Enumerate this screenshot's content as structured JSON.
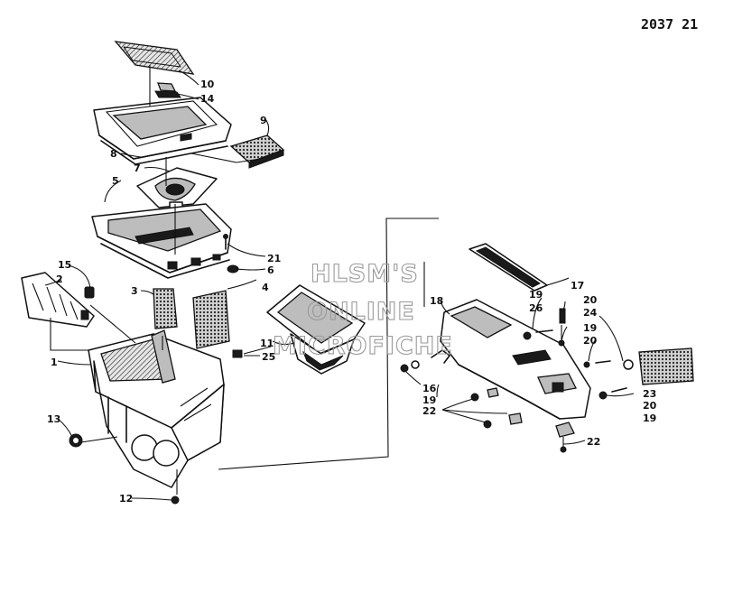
{
  "corner_code": "2037 21",
  "watermark": {
    "line1": "HLSM'S",
    "line2": "ONLINE",
    "line3": "MICROFICHE",
    "color": "#9a9a9a"
  },
  "callouts": [
    {
      "id": "c10",
      "text": "10"
    },
    {
      "id": "c14",
      "text": "14"
    },
    {
      "id": "c9",
      "text": "9"
    },
    {
      "id": "c8",
      "text": "8"
    },
    {
      "id": "c7",
      "text": "7"
    },
    {
      "id": "c5",
      "text": "5"
    },
    {
      "id": "c21",
      "text": "21"
    },
    {
      "id": "c6",
      "text": "6"
    },
    {
      "id": "c15",
      "text": "15"
    },
    {
      "id": "c2",
      "text": "2"
    },
    {
      "id": "c3",
      "text": "3"
    },
    {
      "id": "c4",
      "text": "4"
    },
    {
      "id": "c11",
      "text": "11"
    },
    {
      "id": "c25",
      "text": "25"
    },
    {
      "id": "c1",
      "text": "1"
    },
    {
      "id": "c13",
      "text": "13"
    },
    {
      "id": "c12",
      "text": "12"
    },
    {
      "id": "c17",
      "text": "17"
    },
    {
      "id": "c18",
      "text": "18"
    },
    {
      "id": "c19a",
      "text": "19"
    },
    {
      "id": "c26",
      "text": "26"
    },
    {
      "id": "c20a",
      "text": "20"
    },
    {
      "id": "c19b",
      "text": "19"
    },
    {
      "id": "c24",
      "text": "24"
    },
    {
      "id": "c20b",
      "text": "20"
    },
    {
      "id": "c16",
      "text": "16"
    },
    {
      "id": "c19c",
      "text": "19"
    },
    {
      "id": "c22a",
      "text": "22"
    },
    {
      "id": "c23",
      "text": "23"
    },
    {
      "id": "c20c",
      "text": "20"
    },
    {
      "id": "c19d",
      "text": "19"
    },
    {
      "id": "c22b",
      "text": "22"
    }
  ]
}
